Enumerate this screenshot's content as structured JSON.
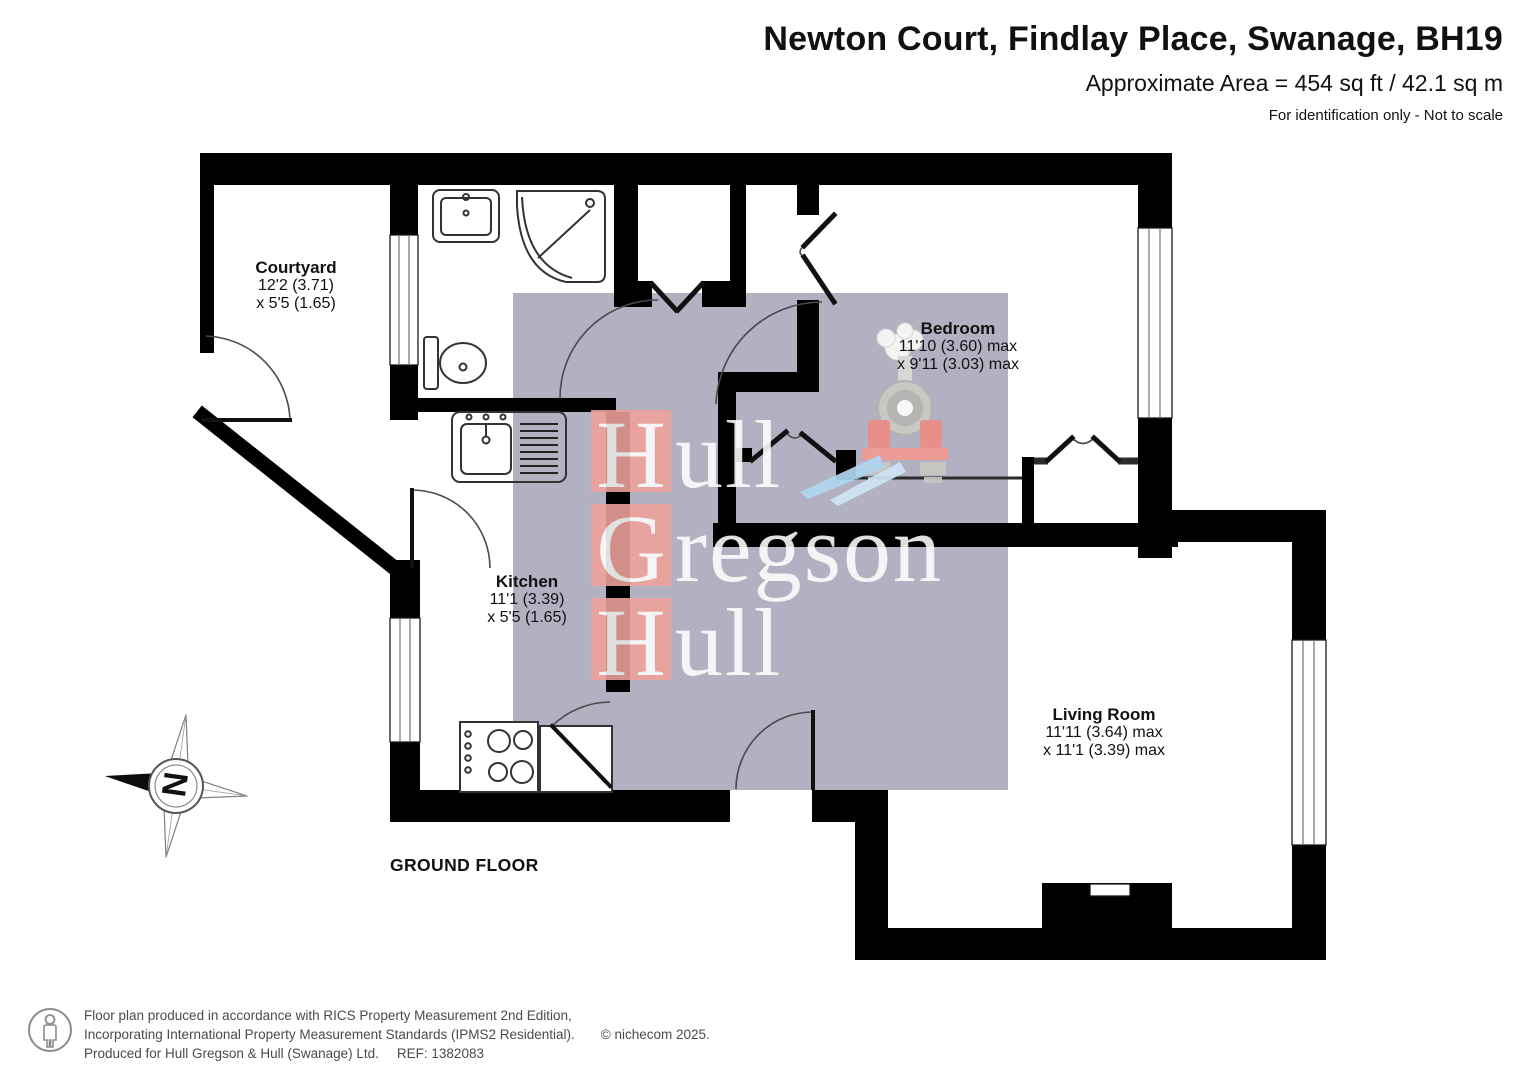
{
  "colors": {
    "watermark_gray": "#b2b1c2",
    "watermark_pink": "#f0a29b",
    "watermark_text": "#ffffff",
    "train_red": "#ee8d85",
    "train_gray": "#c9c7c3",
    "swoosh_blue": "#aed6ef",
    "wall_black": "#000000"
  },
  "header": {
    "title": "Newton Court, Findlay Place, Swanage, BH19",
    "area": "Approximate Area = 454 sq ft / 42.1 sq m",
    "note": "For identification only - Not to scale"
  },
  "plan": {
    "floor_label": "GROUND FLOOR",
    "compass_letter": "N",
    "rooms": [
      {
        "name": "Courtyard",
        "dim1": "12'2 (3.71)",
        "dim2": "x 5'5 (1.65)"
      },
      {
        "name": "Bedroom",
        "dim1": "11'10 (3.60) max",
        "dim2": "x 9'11 (3.03) max"
      },
      {
        "name": "Kitchen",
        "dim1": "11'1 (3.39)",
        "dim2": "x 5'5 (1.65)"
      },
      {
        "name": "Living Room",
        "dim1": "11'11 (3.64) max",
        "dim2": "x 11'1 (3.39) max"
      }
    ]
  },
  "watermark": {
    "lines": [
      {
        "cap": "H",
        "rest": "ull"
      },
      {
        "cap": "G",
        "rest": "regson"
      },
      {
        "cap": "H",
        "rest": "ull"
      }
    ]
  },
  "footer": {
    "line1": "Floor plan produced in accordance with RICS Property Measurement 2nd Edition,",
    "line2": "Incorporating International Property Measurement Standards (IPMS2 Residential).",
    "copyright": "© nichecom 2025.",
    "line3": "Produced for Hull Gregson & Hull (Swanage) Ltd.",
    "ref": "REF:  1382083"
  }
}
